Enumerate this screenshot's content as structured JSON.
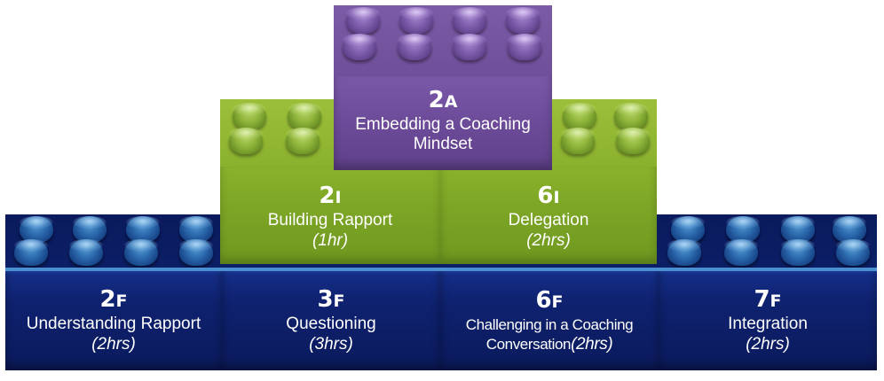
{
  "blocks": [
    {
      "id": "2A",
      "code_num": "2",
      "code_letter": "A",
      "title_line1": "Embedding a Coaching",
      "title_line2": "Mindset",
      "duration": "",
      "color": "purple"
    },
    {
      "id": "2I",
      "code_num": "2",
      "code_letter": "I",
      "title_line1": "Building Rapport",
      "title_line2": "",
      "duration": "(1hr)",
      "color": "green"
    },
    {
      "id": "6I",
      "code_num": "6",
      "code_letter": "I",
      "title_line1": "Delegation",
      "title_line2": "",
      "duration": "(2hrs)",
      "color": "green"
    },
    {
      "id": "2F",
      "code_num": "2",
      "code_letter": "F",
      "title_line1": "Understanding Rapport",
      "title_line2": "",
      "duration": "(2hrs)",
      "color": "blue"
    },
    {
      "id": "3F",
      "code_num": "3",
      "code_letter": "F",
      "title_line1": "Questioning",
      "title_line2": "",
      "duration": "(3hrs)",
      "color": "blue"
    },
    {
      "id": "6F",
      "code_num": "6",
      "code_letter": "F",
      "title_line1": "Challenging in a Coaching",
      "title_line2": "Conversation",
      "duration": "(2hrs)",
      "color": "blue"
    },
    {
      "id": "7F",
      "code_num": "7",
      "code_letter": "F",
      "title_line1": "Integration",
      "title_line2": "",
      "duration": "(2hrs)",
      "color": "blue"
    }
  ],
  "colors": {
    "purple": "#6f4f9a",
    "green": "#8ab12e",
    "blue": "#0f2270",
    "edge": "#4b8fd0"
  }
}
